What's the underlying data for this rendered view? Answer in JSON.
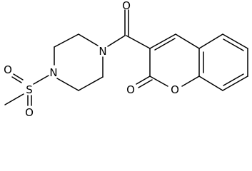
{
  "molecule": {
    "atoms": {
      "carbonyl_o": "O",
      "piperazine_n_top": "N",
      "piperazine_n_bottom": "N",
      "sulfur": "S",
      "sulfonyl_o_left": "O",
      "sulfonyl_o_bottom": "O",
      "lactone_carbonyl_o": "O",
      "ring_o": "O"
    },
    "colors": {
      "bond": "#000000",
      "label": "#000000",
      "background": "#ffffff"
    }
  }
}
